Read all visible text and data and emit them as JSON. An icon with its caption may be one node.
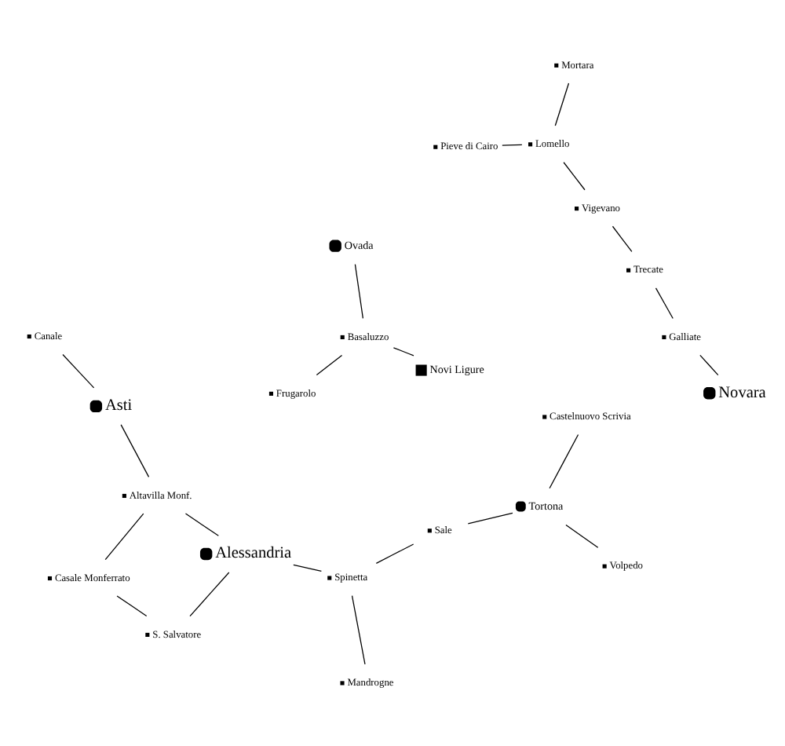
{
  "diagram": {
    "nodes": [
      {
        "text": [
          "Galliate"
        ]
      },
      {
        "text": [
          "Novara"
        ]
      },
      {
        "text": [
          "Trecate"
        ]
      },
      {
        "text": [
          "Vigevano"
        ]
      },
      {
        "text": [
          "Mortara"
        ]
      },
      {
        "text": [
          "Casale Monferrato"
        ]
      },
      {
        "text": [
          "Lomello"
        ]
      },
      {
        "text": [
          "Pieve di Cairo"
        ]
      },
      {
        "text": [
          "Altavilla Monf."
        ]
      },
      {
        "text": [
          "S. Salvatore"
        ]
      },
      {
        "text": [
          "Sale"
        ]
      },
      {
        "text": [
          "Castelnuovo Scrivia"
        ]
      },
      {
        "text": [
          "Asti"
        ]
      },
      {
        "text": [
          "Alessandria"
        ]
      },
      {
        "text": [
          "Tortona"
        ]
      },
      {
        "text": [
          "Volpedo"
        ]
      },
      {
        "text": [
          "Spinetta"
        ]
      },
      {
        "text": [
          "Mandrogne"
        ]
      },
      {
        "text": [
          "Canale"
        ]
      },
      {
        "text": [
          "Frugarolo"
        ]
      },
      {
        "text": [
          "Novi Ligure"
        ]
      },
      {
        "text": [
          "Basaluzzo"
        ]
      },
      {
        "text": [
          "Ovada"
        ]
      }
    ],
    "edges": [
      {
        "from": 1,
        "to": 0,
        "arrow": "none"
      },
      {
        "from": 0,
        "to": 2,
        "arrow": "none"
      },
      {
        "from": 2,
        "to": 3,
        "arrow": "none"
      },
      {
        "from": 3,
        "to": 6,
        "arrow": "none"
      },
      {
        "from": 4,
        "to": 6,
        "arrow": "none"
      },
      {
        "from": 6,
        "to": 7,
        "arrow": "none"
      },
      {
        "from": 5,
        "to": 8,
        "arrow": "none"
      },
      {
        "from": 8,
        "to": 12,
        "arrow": "none"
      },
      {
        "from": 12,
        "to": 18,
        "arrow": "none"
      },
      {
        "from": 5,
        "to": 9,
        "arrow": "none"
      },
      {
        "from": 9,
        "to": 13,
        "arrow": "none"
      },
      {
        "from": 8,
        "to": 13,
        "arrow": "none"
      },
      {
        "from": 13,
        "to": 16,
        "arrow": "none"
      },
      {
        "from": 16,
        "to": 17,
        "arrow": "none"
      },
      {
        "from": 16,
        "to": 10,
        "arrow": "none"
      },
      {
        "from": 10,
        "to": 14,
        "arrow": "none"
      },
      {
        "from": 11,
        "to": 14,
        "arrow": "none"
      },
      {
        "from": 14,
        "to": 15,
        "arrow": "none"
      },
      {
        "from": 19,
        "to": 21,
        "arrow": "none"
      },
      {
        "from": 21,
        "to": 20,
        "arrow": "none"
      },
      {
        "from": 21,
        "to": 22,
        "arrow": "none"
      }
    ]
  }
}
